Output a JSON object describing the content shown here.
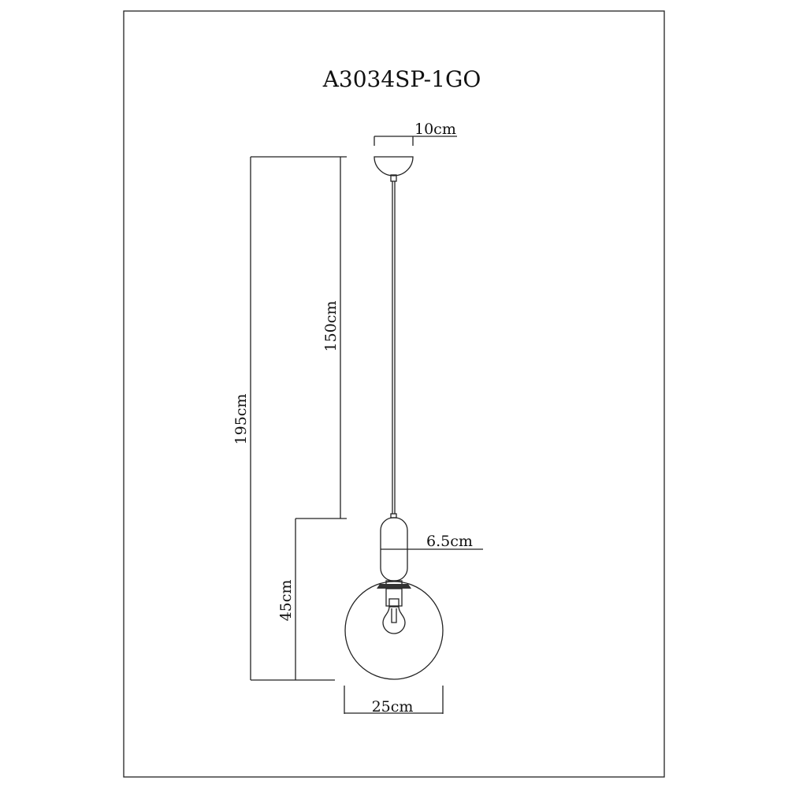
{
  "title": "A3034SP-1GO",
  "dimensions": {
    "canopy_width": "10cm",
    "cord_length": "150cm",
    "total_height": "195cm",
    "lamp_height": "45cm",
    "holder_width": "6.5cm",
    "globe_diameter": "25cm"
  },
  "colors": {
    "line": "#222222",
    "background": "#ffffff"
  }
}
